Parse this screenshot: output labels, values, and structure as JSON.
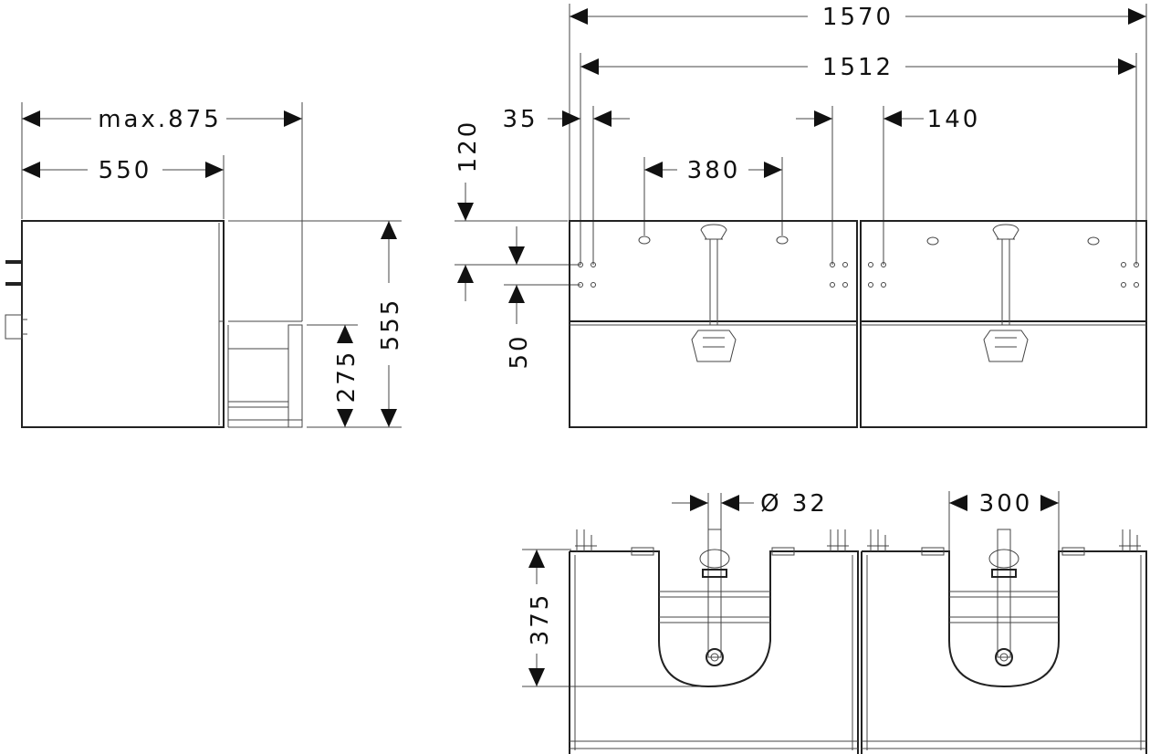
{
  "dimensions": {
    "max_depth": "max.875",
    "depth": "550",
    "height": "555",
    "drawer_height": "275",
    "overall_width": "1570",
    "inner_width": "1512",
    "side_offset": "35",
    "edge_offset": "140",
    "hole_spacing": "380",
    "top_offset": "120",
    "row_spacing": "50",
    "pipe_diameter": "Ø 32",
    "drain_width": "300",
    "drain_height": "375"
  }
}
